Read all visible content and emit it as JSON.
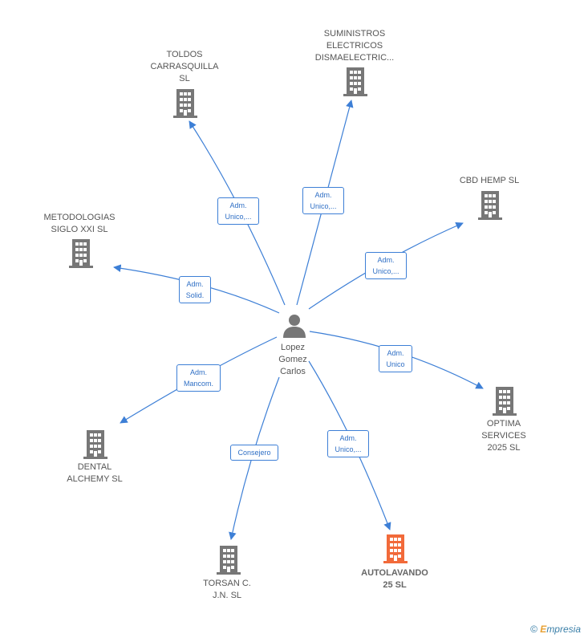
{
  "center": {
    "name_lines": [
      "Lopez",
      "Gomez",
      "Carlos"
    ],
    "icon": "person-icon"
  },
  "companies": [
    {
      "id": "toldos",
      "lines": [
        "TOLDOS",
        "CARRASQUILLA",
        "SL"
      ],
      "highlight": false
    },
    {
      "id": "suministros",
      "lines": [
        "SUMINISTROS",
        "ELECTRICOS",
        "DISMAELECTRIC..."
      ],
      "highlight": false
    },
    {
      "id": "cbd",
      "lines": [
        "CBD HEMP  SL"
      ],
      "highlight": false
    },
    {
      "id": "metodologias",
      "lines": [
        "METODOLOGIAS",
        "SIGLO XXI  SL"
      ],
      "highlight": false
    },
    {
      "id": "optima",
      "lines": [
        "OPTIMA",
        "SERVICES",
        "2025  SL"
      ],
      "highlight": false
    },
    {
      "id": "dental",
      "lines": [
        "DENTAL",
        "ALCHEMY  SL"
      ],
      "highlight": false
    },
    {
      "id": "torsan",
      "lines": [
        "TORSAN C.",
        "J.N.  SL"
      ],
      "highlight": false
    },
    {
      "id": "autolavando",
      "lines": [
        "AUTOLAVANDO",
        "25  SL"
      ],
      "highlight": true
    }
  ],
  "roles": {
    "toldos": [
      "Adm.",
      "Unico,..."
    ],
    "suministros": [
      "Adm.",
      "Unico,..."
    ],
    "cbd": [
      "Adm.",
      "Unico,..."
    ],
    "metodologias": [
      "Adm.",
      "Solid."
    ],
    "optima": [
      "Adm.",
      "Unico"
    ],
    "dental": [
      "Adm.",
      "Mancom."
    ],
    "torsan": [
      "Consejero"
    ],
    "autolavando": [
      "Adm.",
      "Unico,..."
    ]
  },
  "colors": {
    "edge": "#3d7fd6",
    "building": "#777777",
    "building_highlight": "#f26a3a",
    "person": "#777777"
  },
  "footer": {
    "copyright": "©",
    "brand_initial": "E",
    "brand_rest": "mpresia"
  }
}
